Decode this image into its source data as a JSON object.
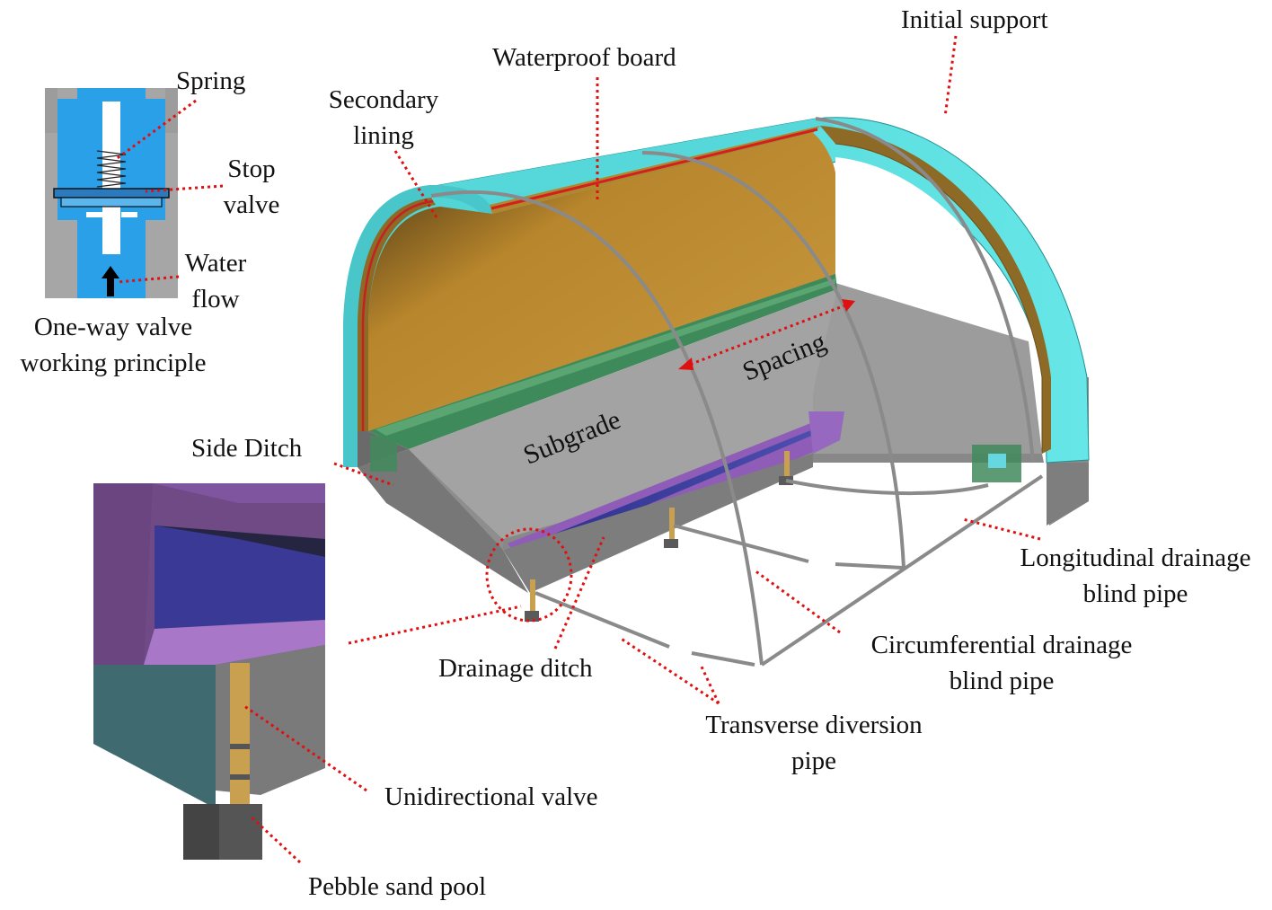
{
  "labels": {
    "initial_support": "Initial support",
    "waterproof_board": "Waterproof board",
    "secondary_lining_1": "Secondary",
    "secondary_lining_2": "lining",
    "spring": "Spring",
    "stop_valve_1": "Stop",
    "stop_valve_2": "valve",
    "water_flow_1": "Water",
    "water_flow_2": "flow",
    "one_way_1": "One-way valve",
    "one_way_2": "working principle",
    "side_ditch": "Side Ditch",
    "subgrade": "Subgrade",
    "spacing": "Spacing",
    "longitudinal_1": "Longitudinal drainage",
    "longitudinal_2": "blind pipe",
    "circumferential_1": "Circumferential drainage",
    "circumferential_2": "blind pipe",
    "drainage_ditch": "Drainage ditch",
    "transverse_1": "Transverse diversion",
    "transverse_2": "pipe",
    "unidirectional_valve": "Unidirectional valve",
    "pebble_sand_pool": "Pebble sand pool"
  },
  "colors": {
    "initial_support": "#5fe1e1",
    "secondary_lining": "#b8862c",
    "waterproof_board": "#d21f1f",
    "subgrade": "#9a9a9a",
    "side_ditch": "#3f8a5a",
    "drainage_ditch": "#8c5bb0",
    "valve_body": "#2aa0e8",
    "leader_line": "#e01010"
  }
}
